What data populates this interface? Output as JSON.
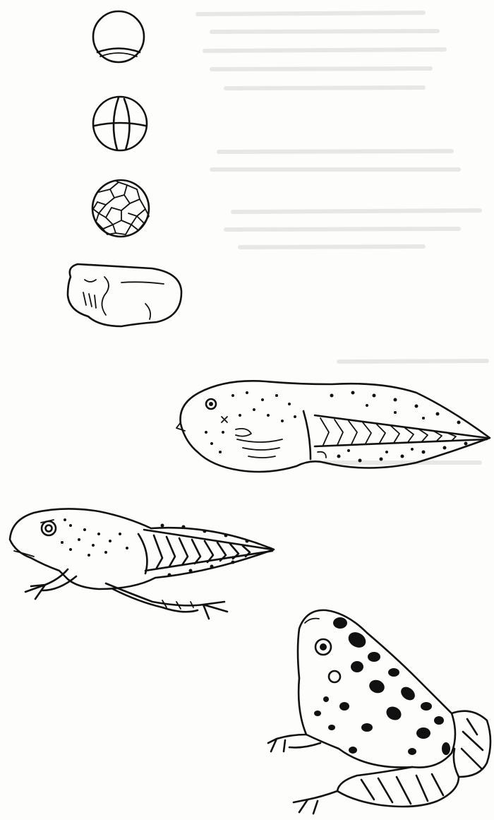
{
  "diagram": {
    "kind": "frog-life-cycle",
    "stages": [
      {
        "name": "egg",
        "order": 1
      },
      {
        "name": "two-cell-egg",
        "order": 2
      },
      {
        "name": "blastula",
        "order": 3
      },
      {
        "name": "embryo",
        "order": 4
      },
      {
        "name": "tadpole",
        "order": 5
      },
      {
        "name": "tadpole-with-legs",
        "order": 6
      },
      {
        "name": "adult-frog",
        "order": 7
      }
    ],
    "ink_color": "#111111",
    "paper_color": "#fdfdfb"
  }
}
